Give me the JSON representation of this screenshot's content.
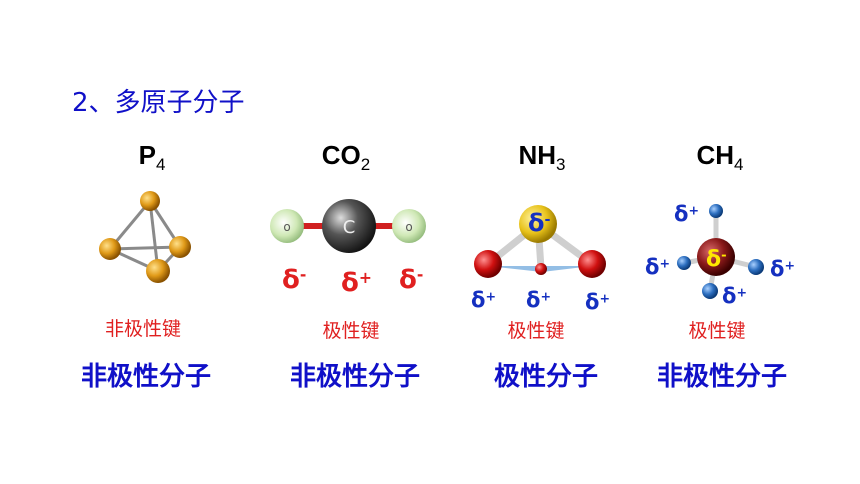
{
  "heading": "2、多原子分子",
  "molecules": [
    {
      "formula_base": "P",
      "formula_sub": "4",
      "bond": "非极性键",
      "polarity": "非极性分子",
      "colors": {
        "atom": "#e09a18",
        "bond": "#8a8a8a"
      }
    },
    {
      "formula_base": "CO",
      "formula_sub": "2",
      "bond": "极性键",
      "polarity": "非极性分子",
      "atom_labels": {
        "left": "o",
        "center": "C",
        "right": "o"
      },
      "deltas": [
        "δ",
        "-",
        "δ",
        "+",
        "δ",
        "-"
      ],
      "colors": {
        "oxygen": "#cfe8b5",
        "carbon": "#333333",
        "bond": "#d02020"
      }
    },
    {
      "formula_base": "NH",
      "formula_sub": "3",
      "bond": "极性键",
      "polarity": "极性分子",
      "deltas": {
        "top_base": "δ",
        "top_sign": "-",
        "labels": [
          "δ",
          "+",
          "δ",
          "+",
          "δ",
          "+"
        ]
      },
      "colors": {
        "nitrogen": "#e8c21a",
        "hydrogen": "#d01010",
        "plane": "#6fa8dc"
      }
    },
    {
      "formula_base": "CH",
      "formula_sub": "4",
      "bond": "极性键",
      "polarity": "非极性分子",
      "deltas": {
        "center_base": "δ",
        "center_sign": "-",
        "labels": [
          "δ",
          "+",
          "δ",
          "+",
          "δ",
          "+",
          "δ",
          "+"
        ]
      },
      "colors": {
        "carbon": "#8b1a1a",
        "hydrogen": "#2d6fc0"
      }
    }
  ]
}
